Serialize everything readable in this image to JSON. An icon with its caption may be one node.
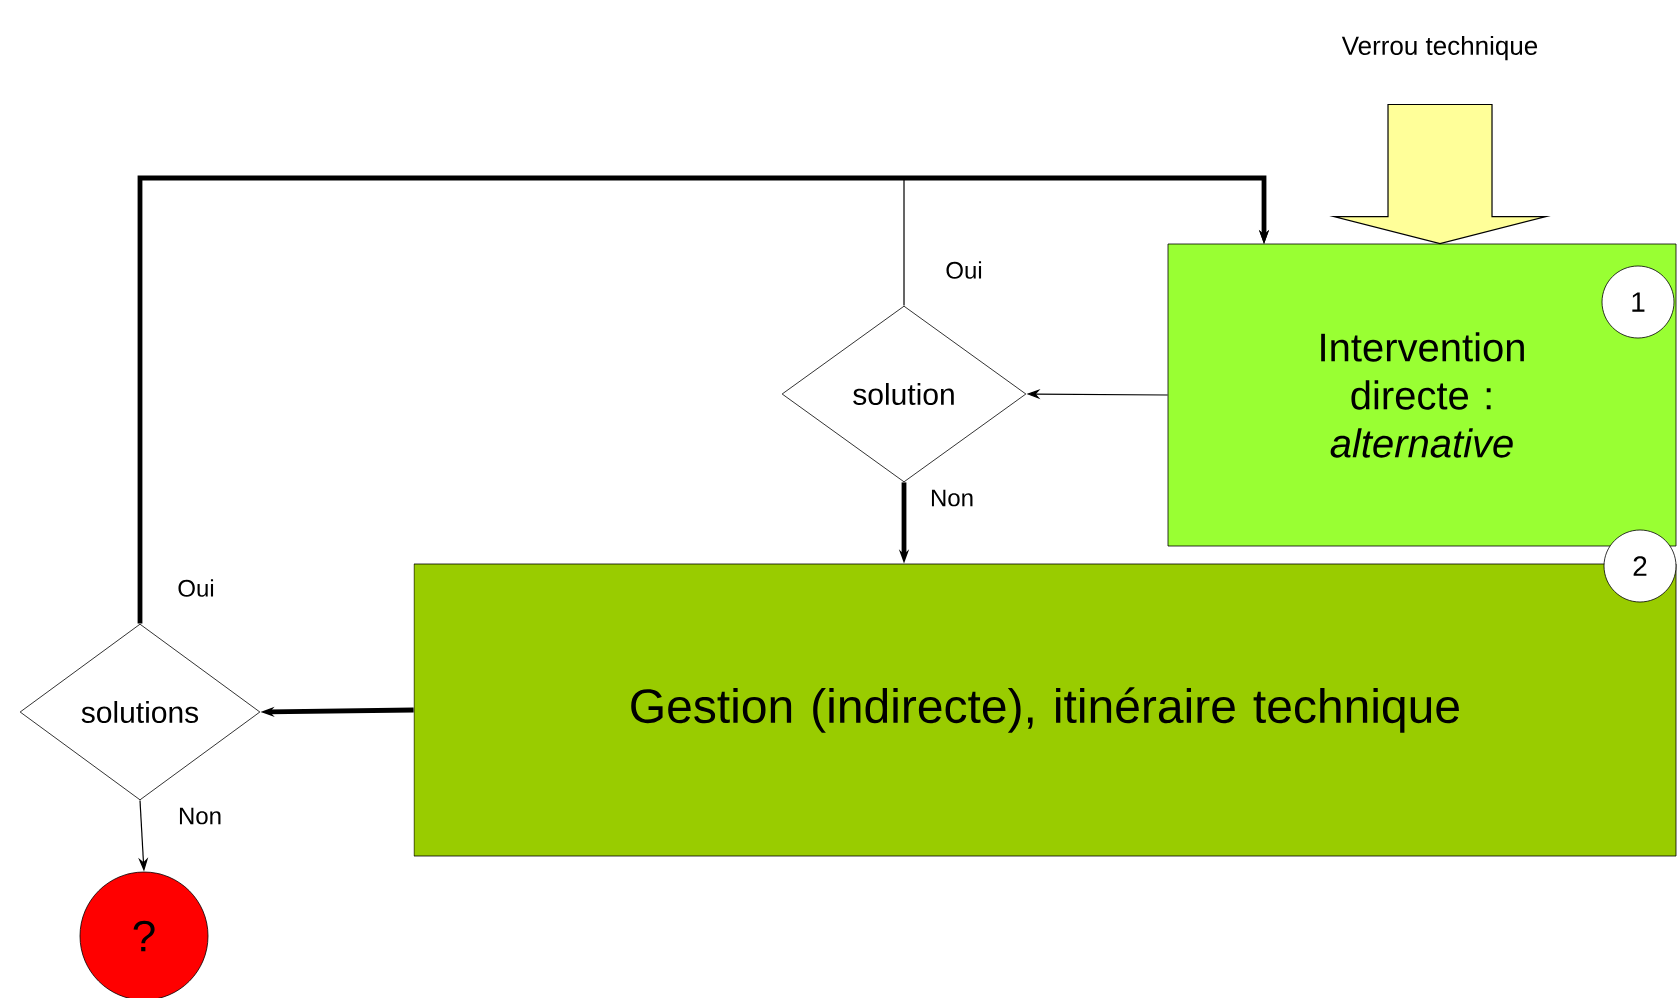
{
  "diagram": {
    "nodes": [
      {
        "text": [
          "Verrou technique"
        ]
      },
      {
        "text": [
          "Intervention directe : *alternative*"
        ]
      },
      {
        "text": [
          "1"
        ],
        "in": 1
      },
      {
        "text": [
          "solution"
        ]
      },
      {
        "text": [
          "Gestion (indirecte), itinéraire technique"
        ]
      },
      {
        "text": [
          "2"
        ]
      },
      {
        "text": [
          "solutions"
        ]
      },
      {
        "text": [
          "?"
        ]
      }
    ],
    "edges": [
      {
        "from": 0,
        "to": 1,
        "arrow": "to",
        "color": "#ffff99"
      },
      {
        "from": 1,
        "to": 3,
        "arrow": "to"
      },
      {
        "from": 3,
        "to": 1,
        "arrow": "to",
        "label": "Oui"
      },
      {
        "from": 3,
        "to": 4,
        "arrow": "to",
        "label": "Non",
        "style": "thick"
      },
      {
        "from": 4,
        "to": 6,
        "arrow": "to",
        "style": "thick"
      },
      {
        "from": 6,
        "to": 1,
        "arrow": "to",
        "label": "Oui",
        "style": "thick"
      },
      {
        "from": 6,
        "to": 7,
        "arrow": "to",
        "label": "Non"
      }
    ]
  }
}
